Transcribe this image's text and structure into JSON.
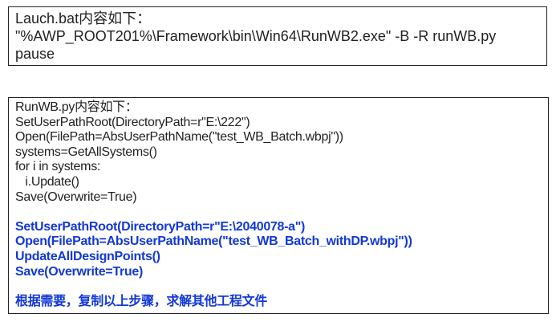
{
  "bat_box": {
    "heading": "Lauch.bat内容如下：",
    "lines": [
      "\"%AWP_ROOT201%\\Framework\\bin\\Win64\\RunWB2.exe\" -B -R runWB.py",
      "pause"
    ]
  },
  "py_box": {
    "heading": "RunWB.py内容如下：",
    "lines": [
      "SetUserPathRoot(DirectoryPath=r\"E:\\222\")",
      "Open(FilePath=AbsUserPathName(\"test_WB_Batch.wbpj\"))",
      "systems=GetAllSystems()",
      "for i in systems:",
      "   i.Update()",
      "Save(Overwrite=True)"
    ],
    "highlight_lines": [
      "SetUserPathRoot(DirectoryPath=r\"E:\\2040078-a\")",
      "Open(FilePath=AbsUserPathName(\"test_WB_Batch_withDP.wbpj\"))",
      "UpdateAllDesignPoints()",
      "Save(Overwrite=True)"
    ],
    "note": "根据需要，复制以上步骤，求解其他工程文件"
  },
  "colors": {
    "highlight": "#1238d8",
    "text": "#222222"
  }
}
